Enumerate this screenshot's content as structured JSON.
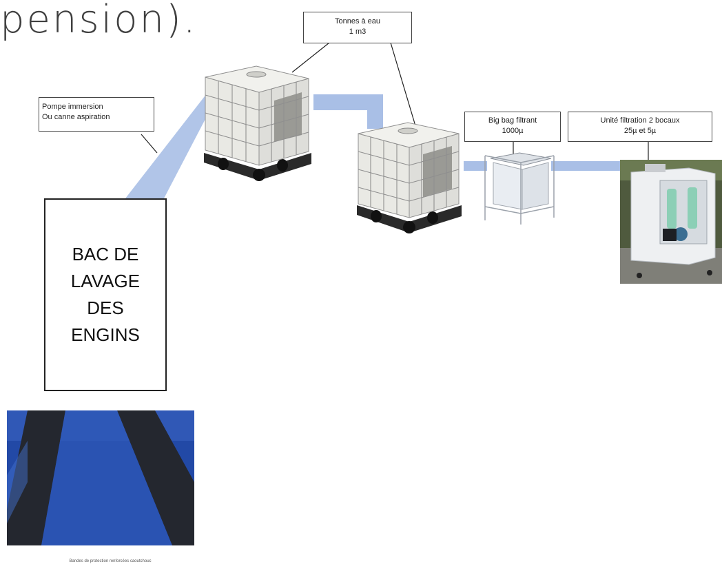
{
  "title_fragment": "pension).",
  "labels": {
    "water_tanks": "Tonnes à eau\n1 m3",
    "pump": "Pompe immersion\nOu canne aspiration",
    "big_bag": "Big bag filtrant\n1000µ",
    "filtration_unit": "Unité filtration 2 bocaux\n25µ et 5µ"
  },
  "wash_basin": "BAC DE\nLAVAGE\nDES\nENGINS",
  "photo_caption": "Bandes de protection renforcées caoutchouc",
  "colors": {
    "pipe": "#a9bfe6",
    "tarp_blue": "#1f48a3",
    "rubber_strip": "#23262f"
  }
}
